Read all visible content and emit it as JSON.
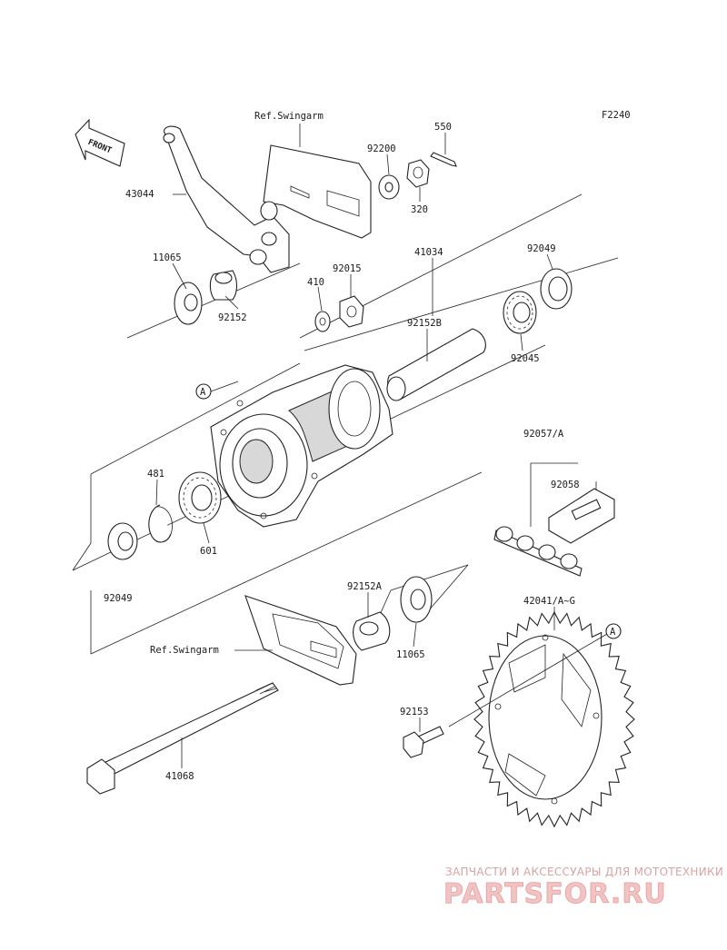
{
  "figure_code": "F2240",
  "front_label": "FRONT",
  "refs": {
    "swingarm_top": "Ref.Swingarm",
    "swingarm_bottom": "Ref.Swingarm"
  },
  "callout_marker": "A",
  "parts": {
    "p43044": "43044",
    "p11065_top": "11065",
    "p92152": "92152",
    "p92200": "92200",
    "p550": "550",
    "p320": "320",
    "p410": "410",
    "p92015": "92015",
    "p41034": "41034",
    "p92049_top": "92049",
    "p92152b": "92152B",
    "p92045": "92045",
    "p92057": "92057/A",
    "p92058": "92058",
    "p481": "481",
    "p601": "601",
    "p92049_bottom": "92049",
    "p92152a": "92152A",
    "p11065_bottom": "11065",
    "p42041": "42041/A~G",
    "p92153": "92153",
    "p41068": "41068"
  },
  "watermark": {
    "subtitle": "ЗАПЧАСТИ И АКСЕССУАРЫ ДЛЯ МОТОТЕХНИКИ",
    "brand": "PARTSFOR.RU"
  }
}
